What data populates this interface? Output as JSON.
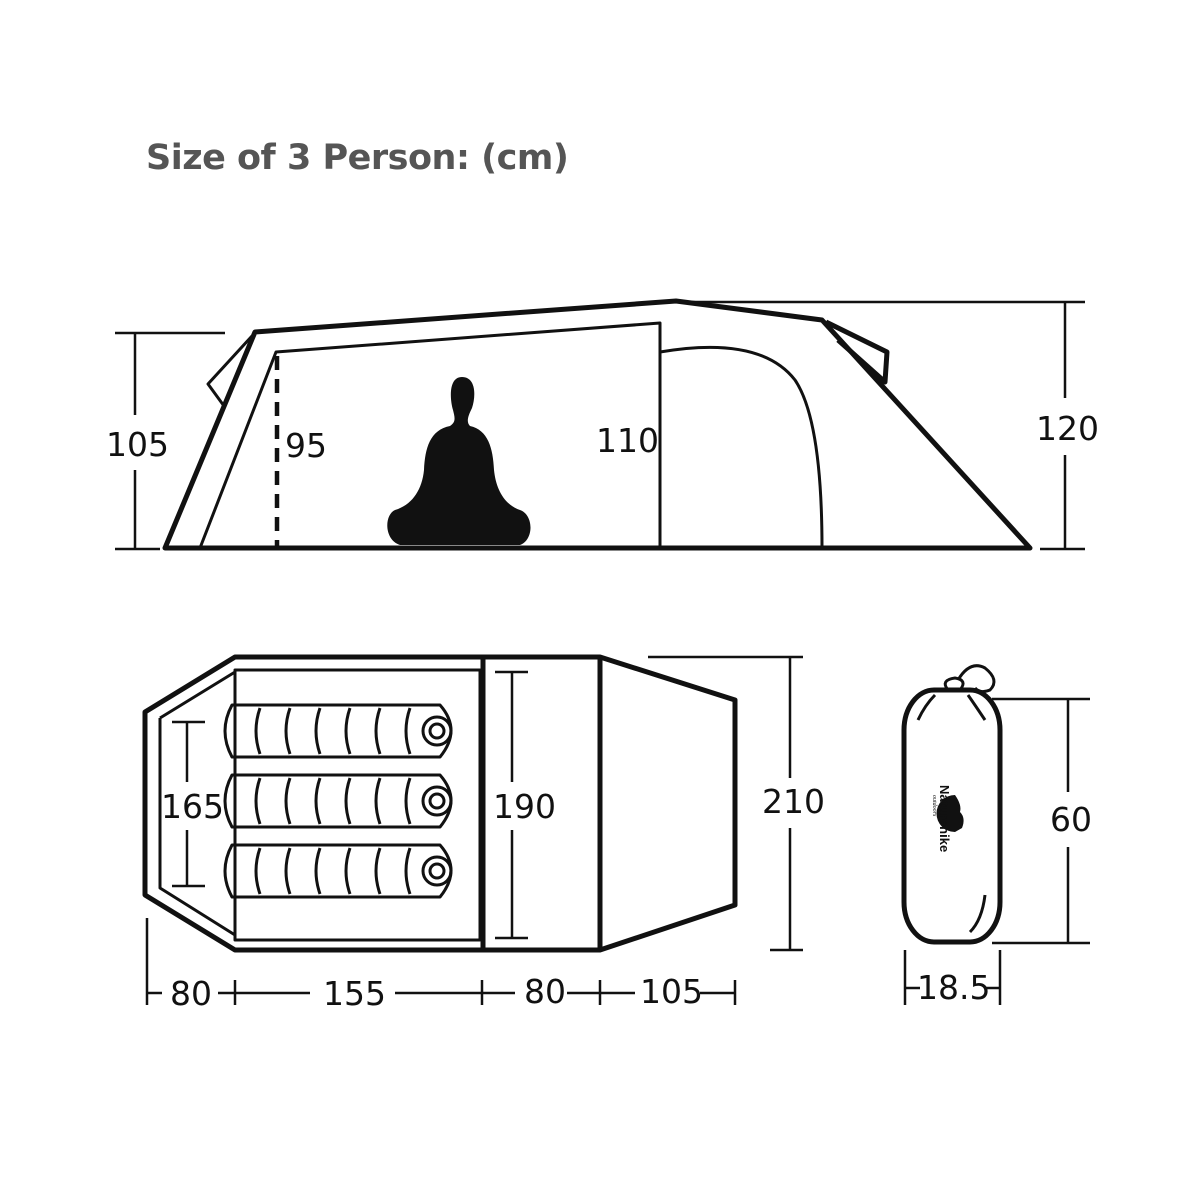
{
  "title": "Size of 3 Person: (cm)",
  "side_view": {
    "left_height": "105",
    "inner_left_height": "95",
    "inner_peak_height": "110",
    "total_height": "120"
  },
  "floor_plan": {
    "vestibule_width": "165",
    "inner_width": "190",
    "total_width": "210",
    "lengths": [
      "80",
      "155",
      "80",
      "105"
    ]
  },
  "pack_bag": {
    "height": "60",
    "diameter": "18.5",
    "brand": "Naturehike",
    "tagline": "outdoors"
  }
}
